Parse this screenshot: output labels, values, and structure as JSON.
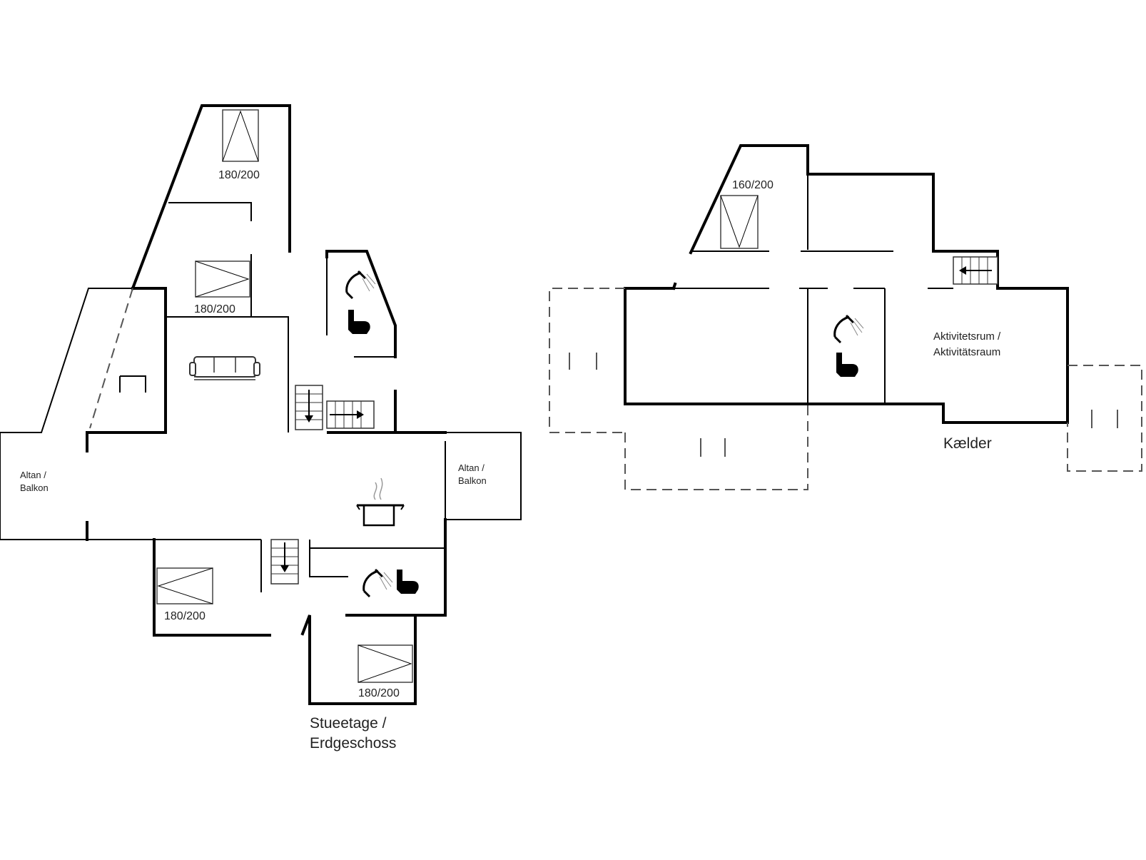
{
  "floors": {
    "ground": {
      "label_line1": "Stueetage /",
      "label_line2": "Erdgeschoss",
      "beds": [
        {
          "size": "180/200"
        },
        {
          "size": "180/200"
        },
        {
          "size": "180/200"
        },
        {
          "size": "180/200"
        }
      ],
      "balcony_left": {
        "line1": "Altan /",
        "line2": "Balkon"
      },
      "balcony_right": {
        "line1": "Altan /",
        "line2": "Balkon"
      }
    },
    "basement": {
      "label": "Kælder",
      "bed": {
        "size": "160/200"
      },
      "activity_room": {
        "line1": "Aktivitetsrum /",
        "line2": "Aktivitätsraum"
      }
    }
  },
  "icons": [
    "shower-icon",
    "toilet-icon",
    "sofa-icon",
    "cooking-pot-icon",
    "stairs-icon"
  ]
}
